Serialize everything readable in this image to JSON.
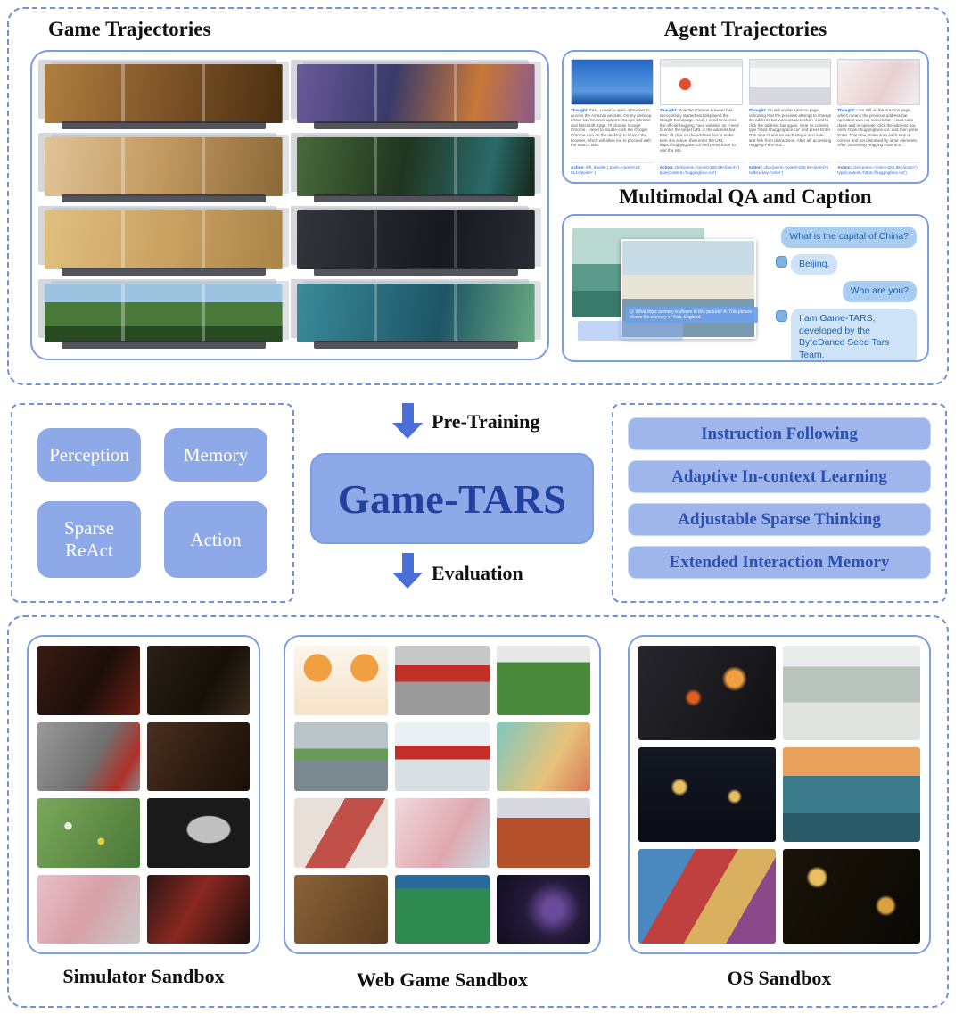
{
  "palette": {
    "accent_blue": "#4a6fd6",
    "box_fill_blue": "#8ea9e8",
    "bar_fill_blue": "#9fb6ed",
    "navy_text": "#24409e",
    "solid_border_blue": "#7b9de4",
    "dashed_border_blue": "#7191dd"
  },
  "top": {
    "game_trajectories": {
      "title": "Game Trajectories",
      "rows": [
        [
          {
            "name": "wooden-interior-game-strip",
            "bg": "repeating-linear-gradient(90deg,rgba(255,255,255,0) 0 86px,rgba(255,255,255,.3) 86px 90px),linear-gradient(100deg,#b08040,#7a5026 55%,#4a2f12)"
          },
          {
            "name": "purple-arcade-game-strip",
            "bg": "repeating-linear-gradient(90deg,rgba(255,255,255,0) 0 86px,rgba(255,255,255,.28) 86px 90px),linear-gradient(100deg,#6a5a9a,#3a3a6a 40%,#c87838 75%,#8a5a8a)"
          }
        ],
        [
          {
            "name": "tan-room-game-strip",
            "bg": "repeating-linear-gradient(90deg,rgba(255,255,255,0) 0 86px,rgba(255,255,255,.3) 86px 90px),linear-gradient(100deg,#e0c498,#c09860 50%,#8a6838)"
          },
          {
            "name": "forest-water-game-strip",
            "bg": "repeating-linear-gradient(90deg,rgba(255,255,255,0) 0 86px,rgba(255,255,255,.25) 86px 90px),linear-gradient(100deg,#4a6a3a,#203520 45%,#2a6a6a 80%,#152515)"
          }
        ],
        [
          {
            "name": "desert-game-strip",
            "bg": "repeating-linear-gradient(90deg,rgba(255,255,255,0) 0 86px,rgba(255,255,255,.3) 86px 90px),linear-gradient(100deg,#e0c080,#c8a060 55%,#a88448)"
          },
          {
            "name": "dark-scene-game-strip",
            "bg": "repeating-linear-gradient(90deg,rgba(255,255,255,0) 0 86px,rgba(255,255,255,.18) 86px 90px),linear-gradient(100deg,#34343c,#18181f 60%,#2a2a33)"
          }
        ],
        [
          {
            "name": "green-sidescroller-game-strip",
            "bg": "repeating-linear-gradient(90deg,rgba(255,255,255,0) 0 86px,rgba(255,255,255,.3) 86px 90px),linear-gradient(180deg,#9cc4e0 0 32%,#4a7a3a 32% 72%,#284a20 72%)"
          },
          {
            "name": "teal-water-game-strip",
            "bg": "repeating-linear-gradient(90deg,rgba(255,255,255,0) 0 86px,rgba(255,255,255,.25) 86px 90px),linear-gradient(100deg,#3a8a9a,#1d5566 60%,#6aaa80)"
          }
        ]
      ]
    },
    "agent_trajectories": {
      "title": "Agent Trajectories",
      "columns": [
        {
          "thumb_style": "background:linear-gradient(180deg,#2468c8,#5a9ae0 70%,#1a4a9a)",
          "thought_label": "Thought:",
          "thought": " First, I need to open a browser to access the Amazon website. On my desktop, I have two browser options: Google Chrome and Microsoft Edge. I'll choose Google Chrome. I need to double-click the Google Chrome icon on the desktop to launch the browser, which will allow me to proceed with the search task.",
          "action_label": "Action:",
          "action": " left_double ( point='<point>19 514</point>' )"
        },
        {
          "thumb_style": "background:radial-gradient(circle at 30% 55%,#e05030 0 9%,rgba(0,0,0,0) 10%),linear-gradient(180deg,#e8e8e8 0 16%,#ffffff 16%)",
          "thought_label": "Thought:",
          "thought": " Now the Chrome browser has successfully started and displayed the Google homepage. Next, I need to access the official Hugging Face website, so I need to enter the target URL in the address bar. First, I'll click on the address bar to make sure it is active, then enter the URL https://huggingface.co/ and press Enter to visit the site.",
          "action_label": "Action:",
          "action": " click(point='<point>409 58</point>') type(content='huggingface.co/')"
        },
        {
          "thumb_style": "background:linear-gradient(180deg,#e8e8e8 0 18%,#f8f8f8 18% 62%,#d8d8e0 62%)",
          "thought_label": "Thought:",
          "thought": " I'm still on the Amazon page, indicating that the previous attempt to change the address bar was unsuccessful. I need to click the address bar again, clear its content, type 'https://huggingface.co/' and press Enter. This time I'll ensure each step is accurate and free from distractions. After all, accessing Hugging Face is a...",
          "action_label": "Action:",
          "action": " click(point='<point>255 58</point>') hotkey(key='enter')"
        },
        {
          "thumb_style": "background:linear-gradient(120deg,#f8f0f0,#e8d0d0 60%,#f0f0f8)",
          "thought_label": "Thought:",
          "thought": " I am still on the Amazon page, which means the previous address bar operation was not successful. I must calm down and re-operate: click the address bar, enter https://huggingface.co/, and then press Enter. This time, make sure each step is correct and not disturbed by other elements. After, accessing Hugging Face is a...",
          "action_label": "Action:",
          "action": " click(point='<point>255 58</point>') type(content='https://huggingface.co/')"
        }
      ]
    },
    "qa": {
      "title": "Multimodal QA and Caption",
      "photo_back_style": "background:linear-gradient(180deg,#b8d8d0 0 40%,#5a9a8a 40% 70%,#3a7a6a 70%)",
      "photo_front_style": "background:linear-gradient(180deg,#c8dce8 0 35%,#e8e4d8 35% 60%,#7a9ab0 60%)",
      "overlay_text": "Q: What city's scenery is shown in this picture? A: This picture shows the scenery of York, England.",
      "messages": [
        {
          "role": "user",
          "text": "What is the capital of China?"
        },
        {
          "role": "assistant",
          "text": "Beijing."
        },
        {
          "role": "user",
          "text": "Who are you?"
        },
        {
          "role": "assistant",
          "text": "I am Game-TARS, developed by the ByteDance Seed Tars Team."
        }
      ]
    }
  },
  "middle": {
    "capabilities": [
      "Perception",
      "Memory",
      "Sparse\nReAct",
      "Action"
    ],
    "pretraining_label": "Pre-Training",
    "model_name": "Game-TARS",
    "evaluation_label": "Evaluation",
    "features": [
      "Instruction Following",
      "Adaptive In-context Learning",
      "Adjustable Sparse Thinking",
      "Extended Interaction Memory"
    ]
  },
  "bottom": {
    "simulator": {
      "label": "Simulator Sandbox",
      "tiles": [
        {
          "name": "doom-dark-corridor-screenshot",
          "bg": "linear-gradient(120deg,#3a1c14,#1c0e0a 55%,#6a1f14)"
        },
        {
          "name": "doom-room-screenshot",
          "bg": "linear-gradient(120deg,#2a2016,#151009 60%,#3a2c1a)"
        },
        {
          "name": "gray-room-red-object-screenshot",
          "bg": "linear-gradient(120deg,#9a9a9a,#707070 55%,#b03028 82%,#8a8a8a)"
        },
        {
          "name": "brick-wall-screenshot",
          "bg": "linear-gradient(120deg,#4a3020,#2a1a10 60%,#1a1008)"
        },
        {
          "name": "minecraft-flower-field-screenshot",
          "bg": "radial-gradient(circle at 30% 40%,#eeeee2 0 4%,rgba(0,0,0,0) 5%),radial-gradient(circle at 62% 62%,#e8d040 0 4%,rgba(0,0,0,0) 5%),linear-gradient(120deg,#7aa85a,#4a7838)"
        },
        {
          "name": "dark-terminal-screen-screenshot",
          "bg": "radial-gradient(ellipse at 60% 45%,#c0c0c0 0 24%,#1a1a1a 26%)"
        },
        {
          "name": "minecraft-pink-build-screenshot",
          "bg": "linear-gradient(120deg,#e8c0c8,#d8a0a8 50%,#c8c8c8)"
        },
        {
          "name": "minecraft-red-roof-night-screenshot",
          "bg": "linear-gradient(120deg,#2a1616,#8a2820 45%,#1a0e0e)"
        }
      ]
    },
    "webgame": {
      "label": "Web Game Sandbox",
      "tiles": [
        {
          "name": "balloon-pop-game-screenshot",
          "bg": "radial-gradient(circle at 25% 32%,#f0a040 0 16%,rgba(0,0,0,0) 17%),radial-gradient(circle at 75% 32%,#f0a040 0 16%,rgba(0,0,0,0) 17%),linear-gradient(180deg,#fdf6ec,#f5e2c8)"
        },
        {
          "name": "bike-race-start-screenshot",
          "bg": "linear-gradient(180deg,#c8c8c8 0 28%,#c03028 28% 52%,#9a9a9a 52%)"
        },
        {
          "name": "soccer-penalty-game-screenshot",
          "bg": "linear-gradient(180deg,#e8e8e8 0 24%,#4a8a3c 24%)"
        },
        {
          "name": "street-driving-game-screenshot",
          "bg": "linear-gradient(180deg,#b8c4c8 0 38%,#6a9a5a 38% 55%,#7a8a90 55%)"
        },
        {
          "name": "ski-race-start-screenshot",
          "bg": "linear-gradient(180deg,#e8f0f4 0 34%,#c03028 34% 54%,#d8e0e4 54%)"
        },
        {
          "name": "beach-resort-game-screenshot",
          "bg": "linear-gradient(120deg,#7ec8c0,#e8c27a 60%,#d87858)"
        },
        {
          "name": "kitchen-cooking-game-screenshot",
          "bg": "linear-gradient(120deg,#e8e0d8 0 38%,#c05048 38% 68%,#e8e0d8 68%)"
        },
        {
          "name": "pink-cafe-game-screenshot",
          "bg": "linear-gradient(120deg,#f0d8dc,#e0a8b0 60%,#c8d8e0)"
        },
        {
          "name": "sprint-track-game-screenshot",
          "bg": "linear-gradient(180deg,#d8d8e0 0 28%,#b5502d 28%)"
        },
        {
          "name": "pantry-shelf-game-screenshot",
          "bg": "linear-gradient(120deg,#8a6238,#5a3c20)"
        },
        {
          "name": "tennis-court-game-screenshot",
          "bg": "linear-gradient(180deg,#2a6a9a 0 20%,#2e8a4e 20%)"
        },
        {
          "name": "space-vortex-game-screenshot",
          "bg": "radial-gradient(circle at 60% 50%,#6a4a9a 0 14%,#241a3a 42%,#120d20)"
        }
      ]
    },
    "os": {
      "label": "OS Sandbox",
      "tiles": [
        {
          "name": "dark-city-fire-particles-screenshot",
          "bg": "radial-gradient(circle at 70% 35%,#f0a040 0 7%,rgba(0,0,0,0) 11%),radial-gradient(circle at 40% 55%,#e06020 0 5%,rgba(0,0,0,0) 9%),linear-gradient(120deg,#26262c,#101014)"
        },
        {
          "name": "snowy-forest-screenshot",
          "bg": "linear-gradient(180deg,#e8ecec 0 22%,#b8c4bc 22% 60%,#e0e4e0 60%)"
        },
        {
          "name": "night-street-lights-screenshot",
          "bg": "radial-gradient(circle at 30% 42%,#e8c060 0 5%,rgba(0,0,0,0) 8%),radial-gradient(circle at 70% 52%,#e8c060 0 4%,rgba(0,0,0,0) 7%),linear-gradient(180deg,#141824,#0a0c14)"
        },
        {
          "name": "tank-river-sunset-screenshot",
          "bg": "linear-gradient(180deg,#e8a05a 0 30%,#3a7a8a 30% 70%,#2a5a68 70%)"
        },
        {
          "name": "lowpoly-flag-scene-screenshot",
          "bg": "linear-gradient(120deg,#4a88c0 0 30%,#c04040 30% 52%,#d8b060 52% 74%,#8a4a8a 74%)"
        },
        {
          "name": "dungeon-torch-topdown-screenshot",
          "bg": "radial-gradient(circle at 25% 30%,#e8c060 0 6%,rgba(0,0,0,0) 9%),radial-gradient(circle at 75% 60%,#d8a040 0 6%,rgba(0,0,0,0) 9%),linear-gradient(120deg,#1a1408,#0a0804)"
        }
      ]
    }
  }
}
